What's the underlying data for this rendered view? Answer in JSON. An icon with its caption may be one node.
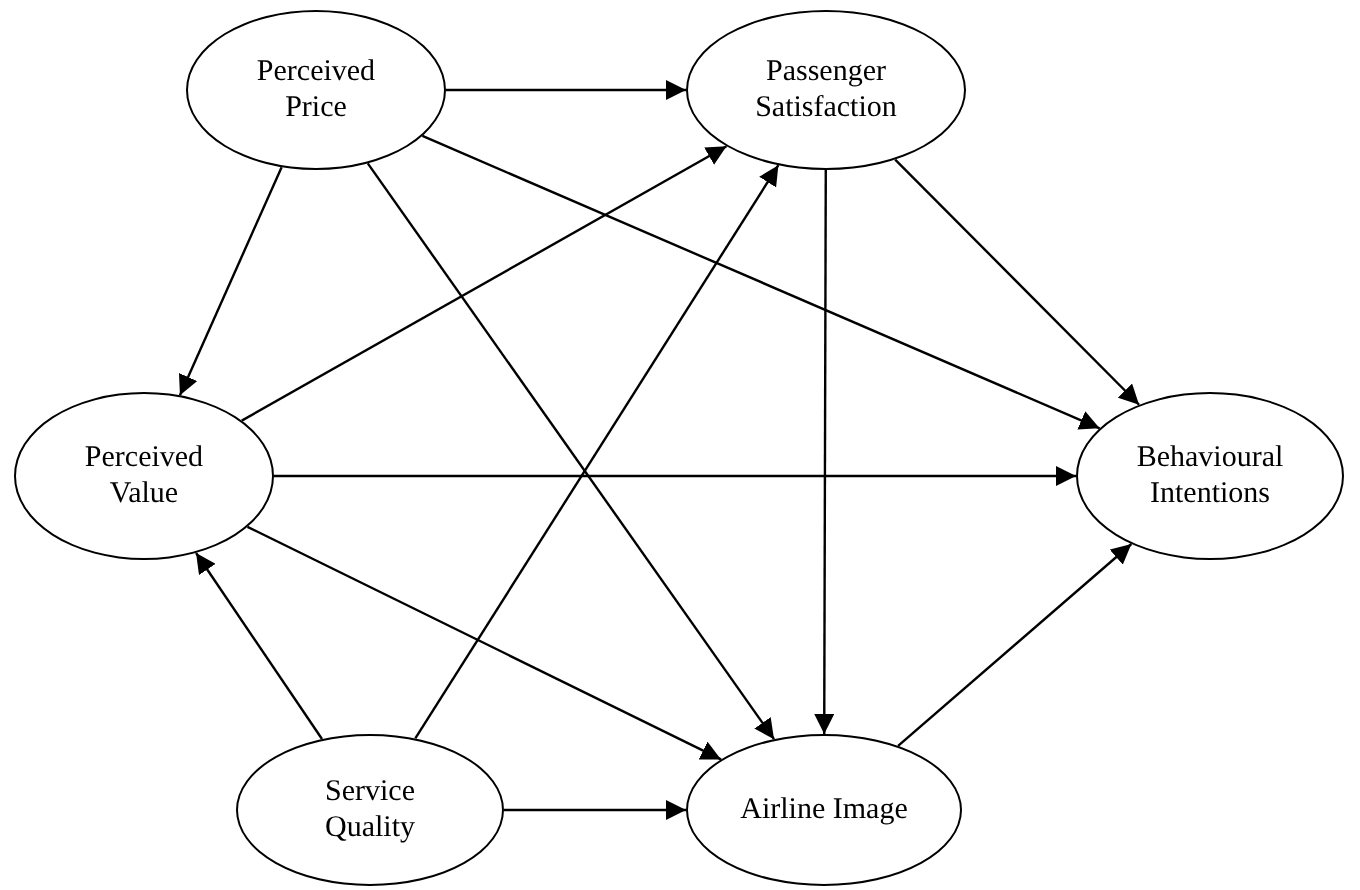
{
  "diagram": {
    "nodes": [
      {
        "text": [
          "Perceived Price"
        ]
      },
      {
        "text": [
          "Passenger Satisfaction"
        ]
      },
      {
        "text": [
          "Perceived Value"
        ]
      },
      {
        "text": [
          "Behavioural Intentions"
        ]
      },
      {
        "text": [
          "Service Quality"
        ]
      },
      {
        "text": [
          "Airline Image"
        ]
      }
    ],
    "edges": [
      {
        "from": 0,
        "to": 1,
        "arrow": "to"
      },
      {
        "from": 0,
        "to": 2,
        "arrow": "to"
      },
      {
        "from": 0,
        "to": 3,
        "arrow": "to"
      },
      {
        "from": 0,
        "to": 5,
        "arrow": "to"
      },
      {
        "from": 1,
        "to": 3,
        "arrow": "to"
      },
      {
        "from": 1,
        "to": 5,
        "arrow": "to"
      },
      {
        "from": 2,
        "to": 1,
        "arrow": "to"
      },
      {
        "from": 2,
        "to": 3,
        "arrow": "to"
      },
      {
        "from": 2,
        "to": 5,
        "arrow": "to"
      },
      {
        "from": 4,
        "to": 2,
        "arrow": "to"
      },
      {
        "from": 4,
        "to": 1,
        "arrow": "to"
      },
      {
        "from": 4,
        "to": 5,
        "arrow": "to"
      },
      {
        "from": 5,
        "to": 3,
        "arrow": "to"
      }
    ]
  }
}
